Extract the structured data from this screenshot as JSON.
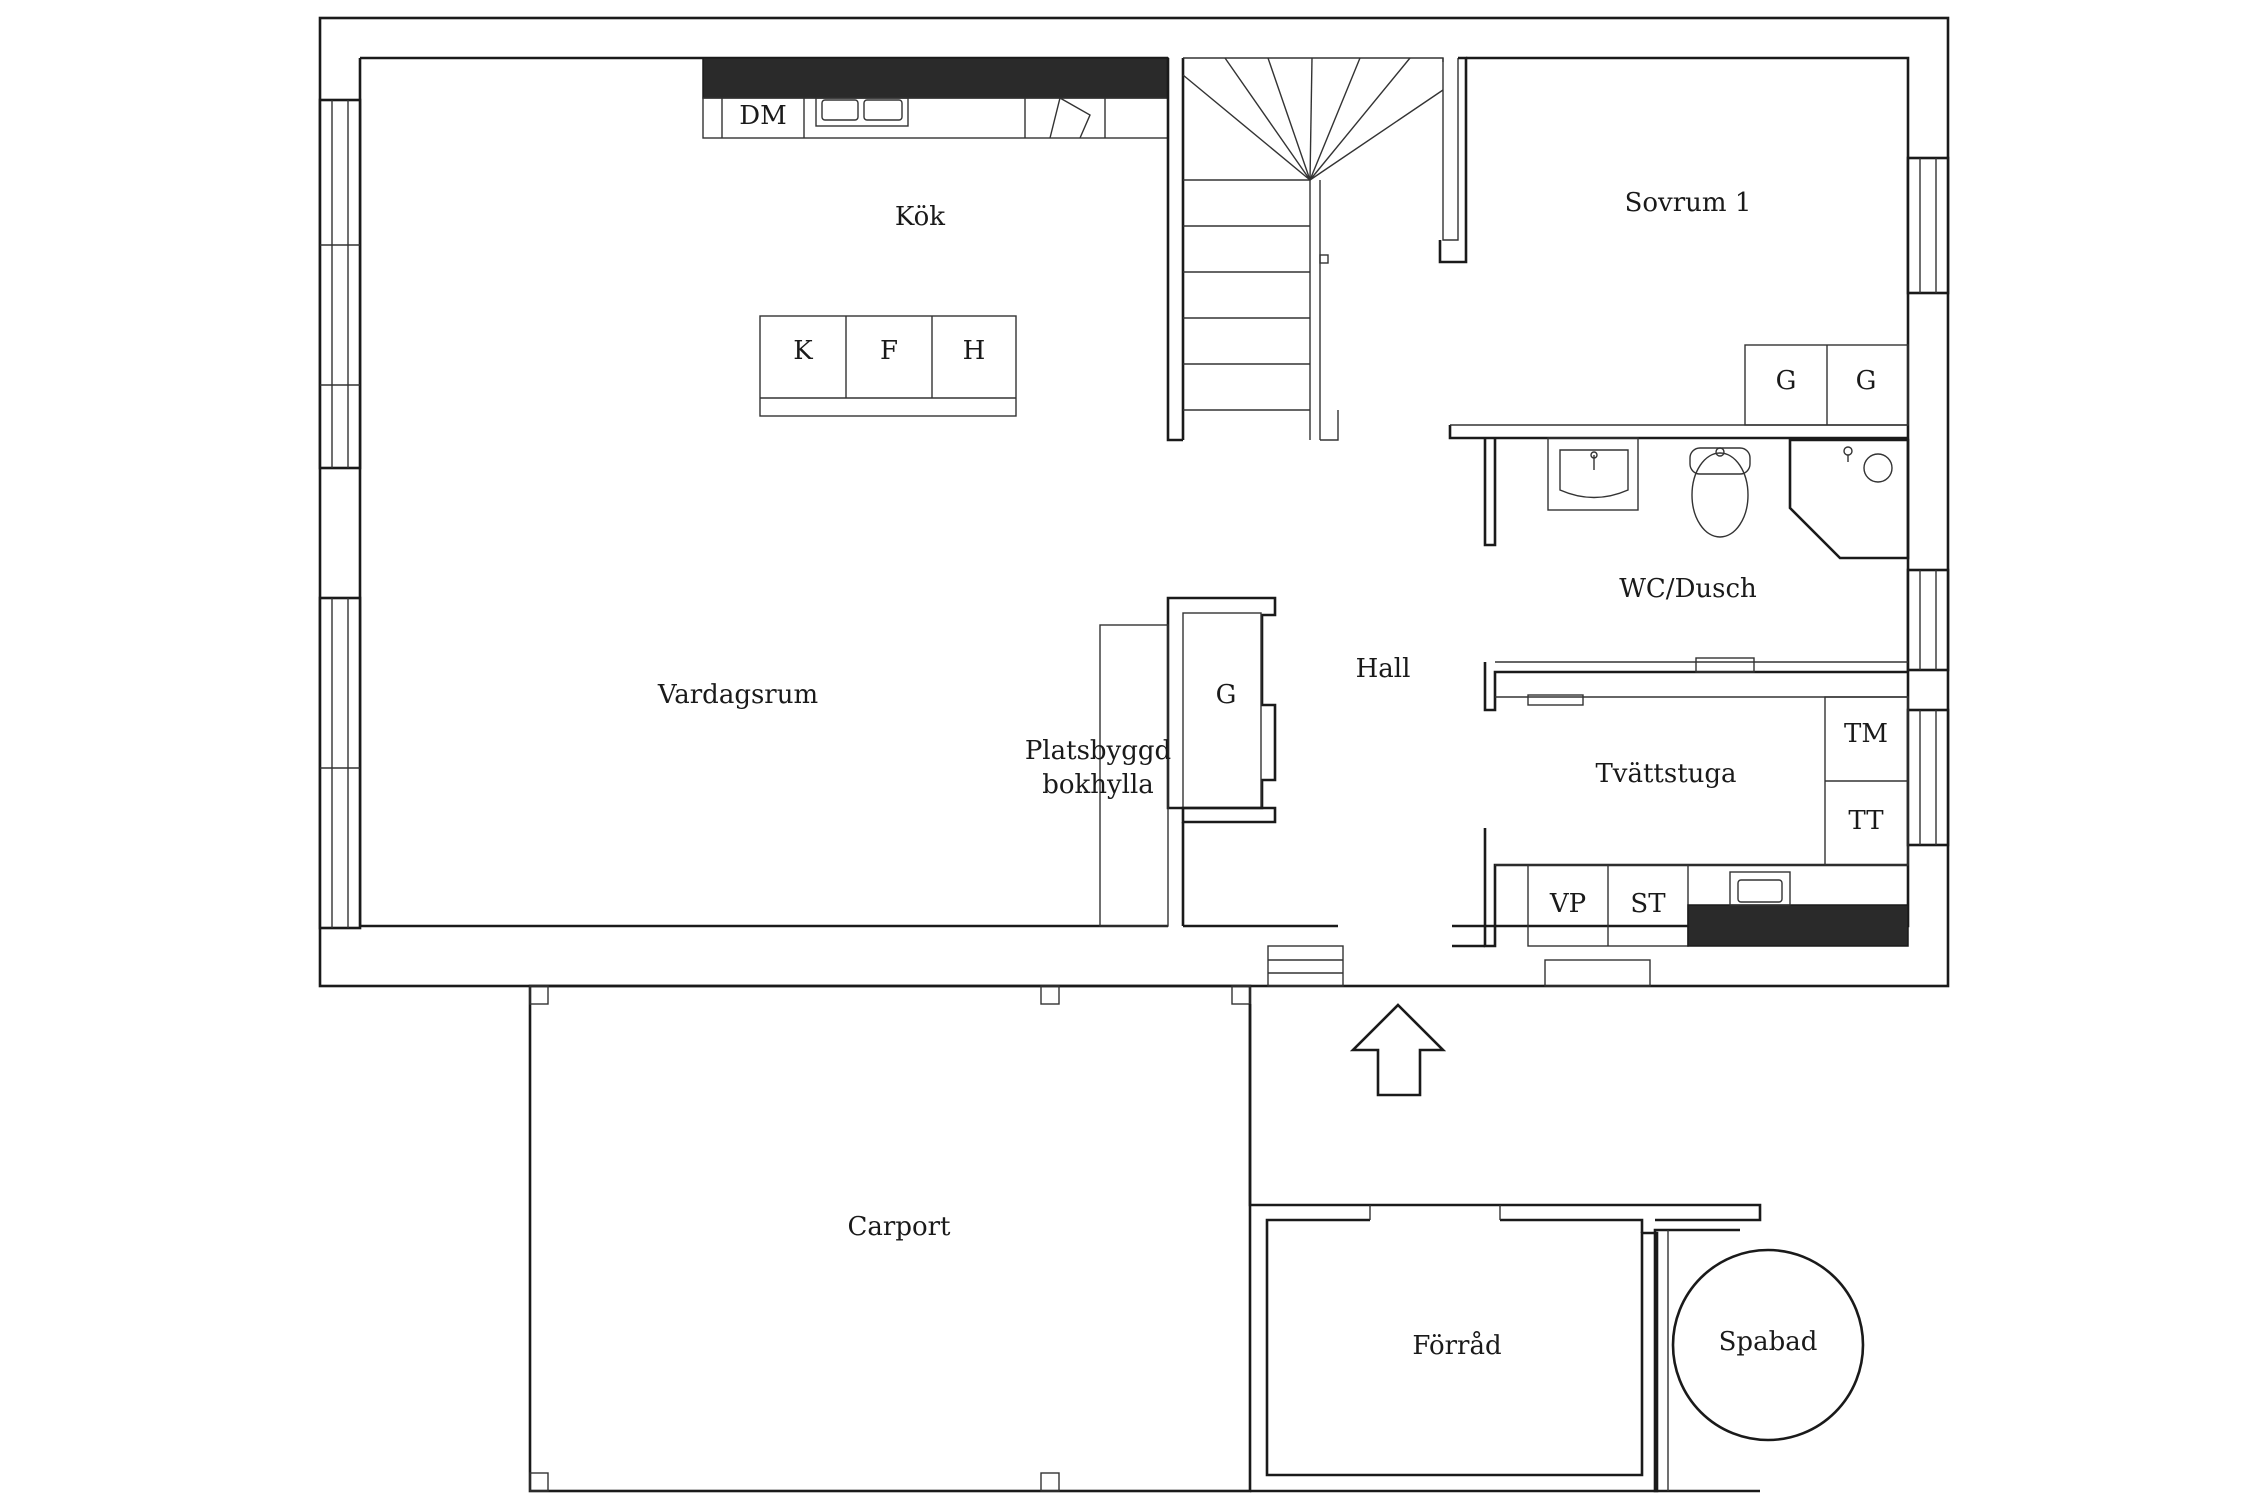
{
  "rooms": {
    "kok": "Kök",
    "sovrum1": "Sovrum 1",
    "vardagsrum": "Vardagsrum",
    "hall": "Hall",
    "wc_dusch": "WC/Dusch",
    "tvattstuga": "Tvättstuga",
    "bokhylla_line1": "Platsbyggd",
    "bokhylla_line2": "bokhylla",
    "carport": "Carport",
    "forrad": "Förråd",
    "spabad": "Spabad"
  },
  "appliances": {
    "dm": "DM",
    "k": "K",
    "f": "F",
    "h": "H",
    "g_bedroom_1": "G",
    "g_bedroom_2": "G",
    "g_hall": "G",
    "tm": "TM",
    "tt": "TT",
    "vp": "VP",
    "st": "ST"
  }
}
